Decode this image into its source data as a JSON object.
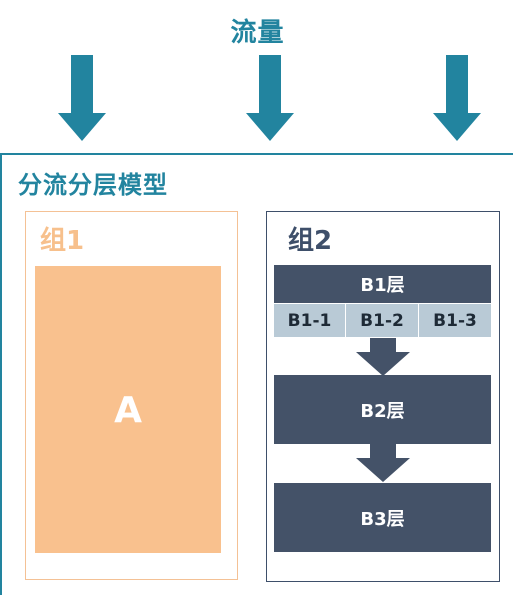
{
  "traffic": {
    "title": "流量"
  },
  "model": {
    "title": "分流分层模型"
  },
  "group1": {
    "label": "组1",
    "block": "A"
  },
  "group2": {
    "label": "组2",
    "layer_b1": {
      "label": "B1层",
      "sub_layers": [
        "B1-1",
        "B1-2",
        "B1-3"
      ]
    },
    "layer_b2": {
      "label": "B2层"
    },
    "layer_b3": {
      "label": "B3层"
    }
  },
  "colors": {
    "accent_teal": "#22849f",
    "group1_orange": "#f9c18e",
    "layer_navy": "#445268",
    "sub_layer_blue": "#b9cad6"
  },
  "icons": {
    "traffic_arrow": "arrow-down-icon",
    "layer_arrow": "arrow-down-icon"
  }
}
